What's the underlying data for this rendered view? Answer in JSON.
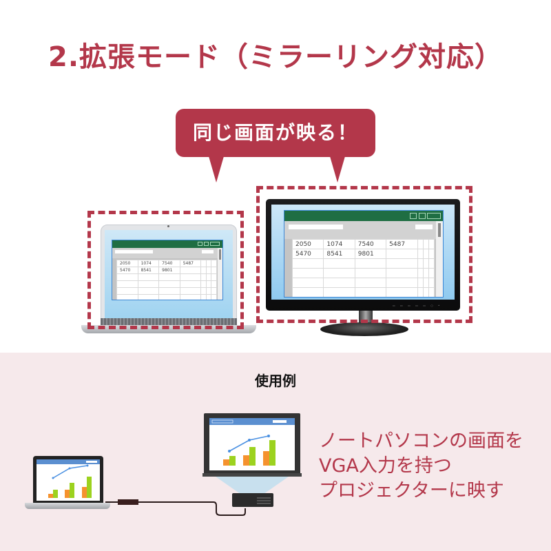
{
  "title": "2.拡張モード（ミラーリング対応）",
  "bubble": {
    "text": "同じ画面が映る！"
  },
  "spreadsheet": {
    "rows": [
      [
        "2050",
        "1074",
        "7540",
        "5487",
        "",
        "",
        ""
      ],
      [
        "5470",
        "8541",
        "9801",
        "",
        "",
        "",
        ""
      ],
      [
        "",
        "",
        "",
        "",
        "",
        "",
        ""
      ],
      [
        "",
        "",
        "",
        "",
        "",
        "",
        ""
      ],
      [
        "",
        "",
        "",
        "",
        "",
        "",
        ""
      ],
      [
        "",
        "",
        "",
        "",
        "",
        "",
        ""
      ]
    ]
  },
  "usage_example": {
    "heading": "使用例",
    "description": "ノートパソコンの画面を\nVGA入力を持つ\nプロジェクターに映す"
  },
  "colors": {
    "accent": "#b3374a",
    "bottom_bg": "#f6e9eb",
    "sheet_bar": "#1f6e43",
    "chart_orange": "#f5922e",
    "chart_green": "#9cd21f",
    "chart_line": "#4a90e2"
  },
  "monitor_buttons": "▭ ▭ ▭ ▭ ▭ ○ •"
}
